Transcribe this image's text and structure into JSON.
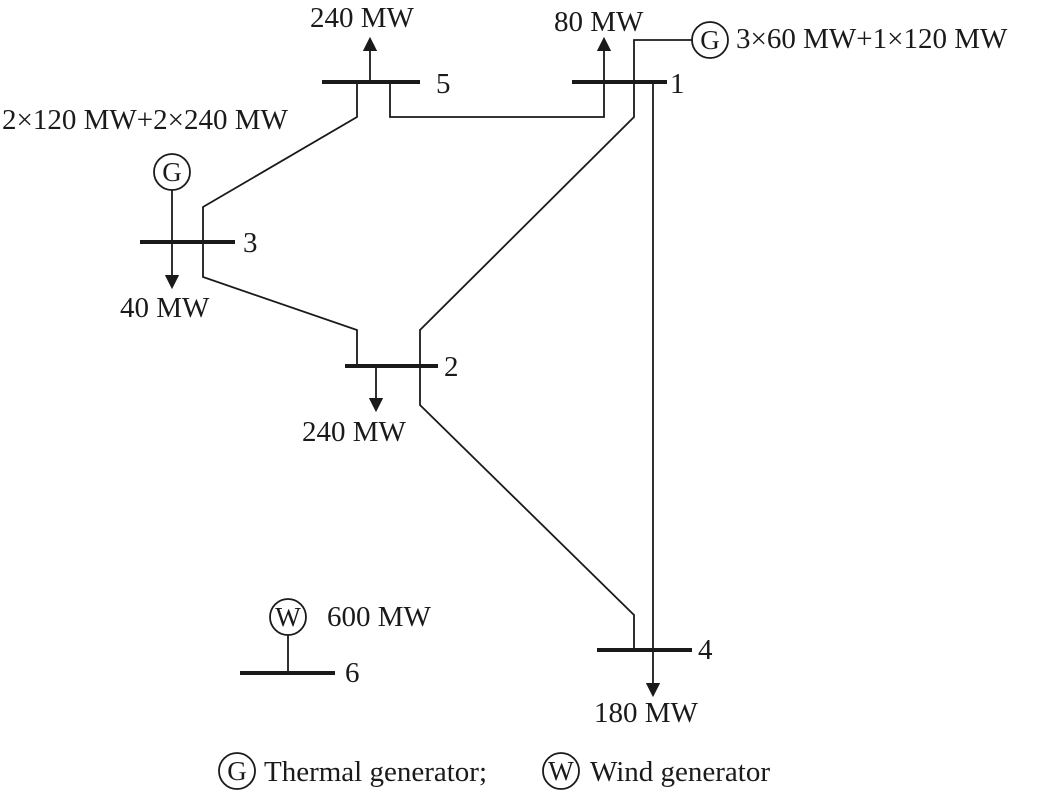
{
  "buses": {
    "b1": "1",
    "b2": "2",
    "b3": "3",
    "b4": "4",
    "b5": "5",
    "b6": "6"
  },
  "loads": {
    "bus5": "240 MW",
    "bus1": "80 MW",
    "bus3": "40 MW",
    "bus2": "240 MW",
    "bus4": "180 MW"
  },
  "generators": {
    "bus1": {
      "symbol": "G",
      "capacity": "3×60 MW+1×120 MW"
    },
    "bus3": {
      "symbol": "G",
      "capacity": "2×120 MW+2×240 MW"
    },
    "bus6": {
      "symbol": "W",
      "capacity": "600 MW"
    }
  },
  "legend": {
    "thermal_symbol": "G",
    "thermal_text": "Thermal generator;",
    "wind_symbol": "W",
    "wind_text": "Wind generator"
  }
}
